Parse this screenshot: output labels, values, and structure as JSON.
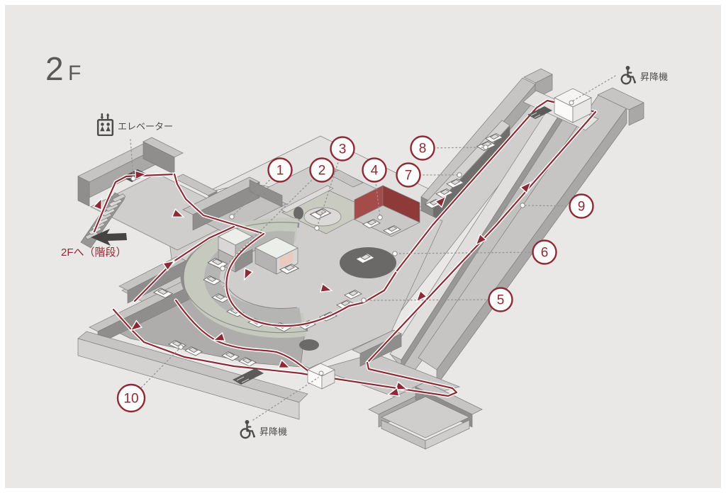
{
  "title": {
    "floor_big": "2",
    "floor_small": "F"
  },
  "labels": {
    "elevator": "エレベーター",
    "stairs_to_floor": "2Fへ（階段）",
    "lift_top": "昇降機",
    "lift_bottom": "昇降機"
  },
  "markers": [
    {
      "number": "1"
    },
    {
      "number": "2"
    },
    {
      "number": "3"
    },
    {
      "number": "4"
    },
    {
      "number": "5"
    },
    {
      "number": "6"
    },
    {
      "number": "7"
    },
    {
      "number": "8"
    },
    {
      "number": "9"
    },
    {
      "number": "10"
    }
  ],
  "colors": {
    "background": "#e9e8e6",
    "route": "#8e2a35",
    "marker": "#8e2a35",
    "red_room": "#a54b49",
    "label_text": "#4d4c4b",
    "title_text": "#5a5856",
    "wall_top": "#c6c5c3",
    "wall_shade": "#8f8e8c"
  }
}
